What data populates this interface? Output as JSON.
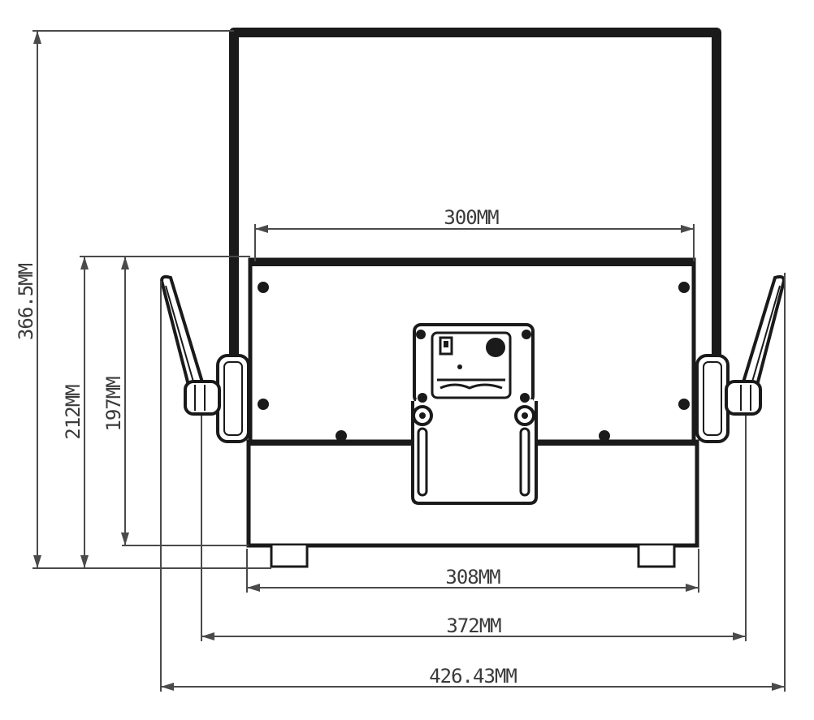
{
  "dimensions": {
    "width_300": "300MM",
    "width_308": "308MM",
    "width_372": "372MM",
    "width_426": "426.43MM",
    "height_366": "366.5MM",
    "height_212": "212MM",
    "height_197": "197MM"
  },
  "colors": {
    "stroke_heavy": "#1a1a1a",
    "stroke_light": "#4a4a4a",
    "text": "#3a3a3a"
  }
}
